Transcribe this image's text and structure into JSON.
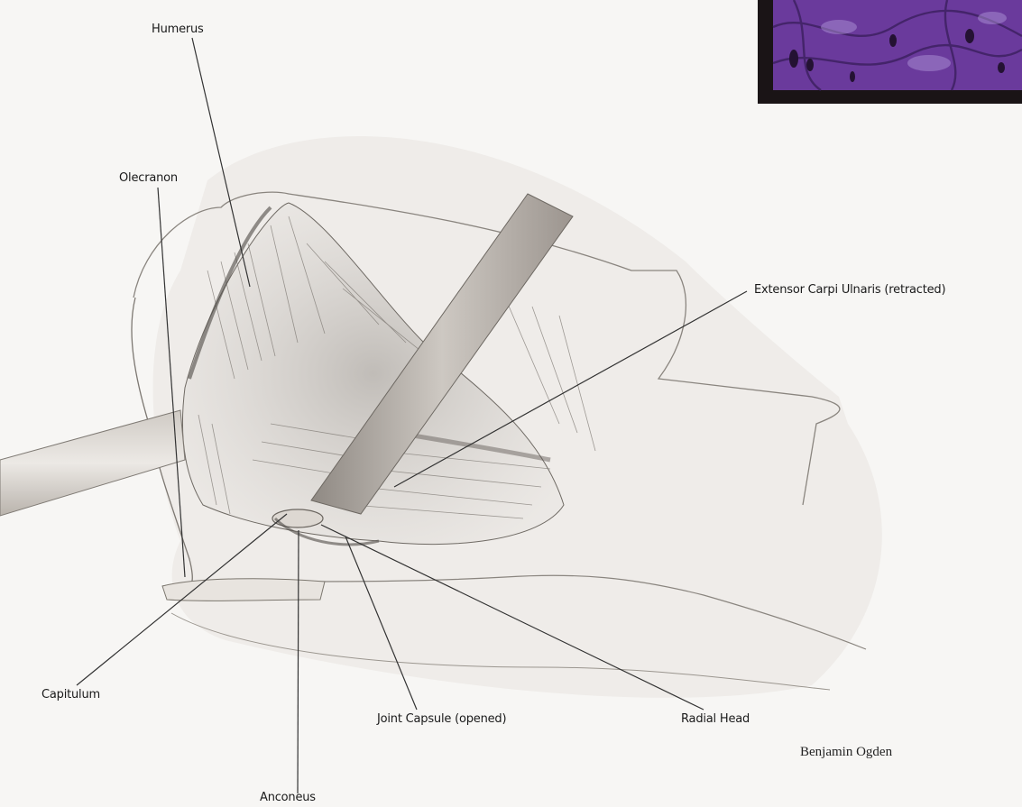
{
  "labels": {
    "humerus": "Humerus",
    "olecranon": "Olecranon",
    "extensor": "Extensor Carpi Ulnaris (retracted)",
    "capitulum": "Capitulum",
    "joint_capsule": "Joint Capsule (opened)",
    "radial_head": "Radial Head",
    "anconeus": "Anconeus"
  },
  "credit": "Benjamin Ogden",
  "colors": {
    "background": "#f7f6f4",
    "pencil": "#555555",
    "leader": "#333333",
    "micrograph_frame": "#1a1416",
    "micrograph_tissue": "#6a3a9c"
  }
}
